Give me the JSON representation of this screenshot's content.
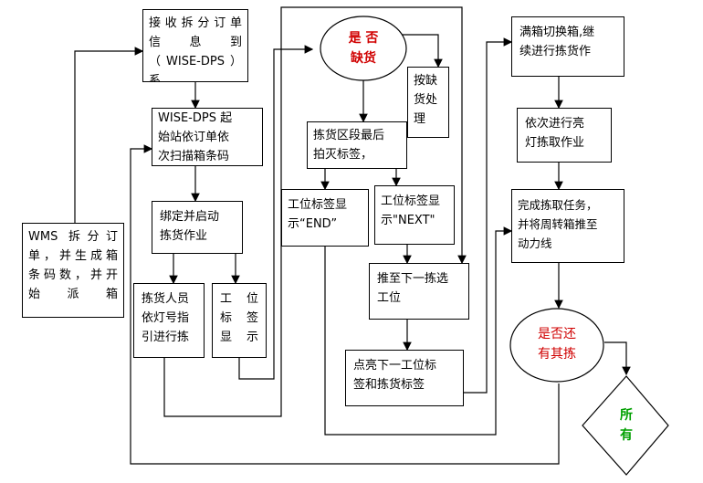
{
  "nodes": {
    "receive_order": "接收拆分订单\n信  息  到\n（WISE-DPS）系",
    "start_scan": "WISE-DPS 起\n始站依订单依\n次扫描箱条码",
    "bind_start": "绑定并启动\n拣货作业",
    "picker_follow": "拣货人员\n依灯号指\n引进行拣",
    "station_display": "工  位\n标  签\n显  示",
    "wms_split": "WMS 拆分订\n单，并生成箱\n条码数，并开\n始派箱",
    "out_of_stock_q": "是 否\n缺货",
    "shortage_handling": "按缺\n货处\n理",
    "last_tap": "拣货区段最后\n拍灭标签，",
    "label_end": "工位标签显\n示“END”",
    "label_next": "工位标签显\n示\"NEXT\"",
    "push_next": "推至下一拣选\n工位",
    "light_next": "点亮下一工位标\n签和拣货标签",
    "box_full": "满箱切换箱,继\n续进行拣货作",
    "next_light": "依次进行亮\n灯拣取作业",
    "complete": "完成拣取任务，\n并将周转箱推至\n动力线",
    "more_q": "是否还\n有其拣",
    "all_done": "所\n有"
  },
  "colors": {
    "line": "#000000",
    "decision_text": "#d00000",
    "terminal_text": "#00a000"
  }
}
